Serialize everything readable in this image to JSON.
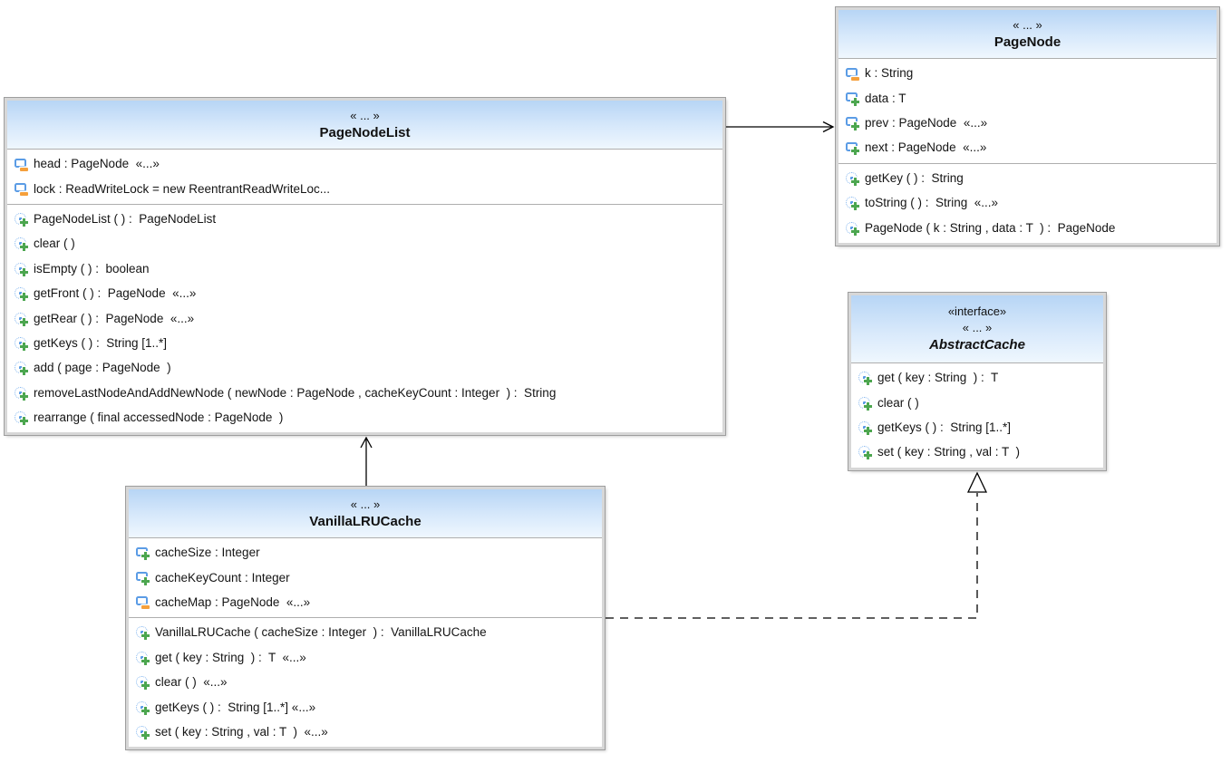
{
  "diagram": {
    "classes": {
      "pageNodeList": {
        "stereotype": "« ... »",
        "name": "PageNodeList",
        "fields": [
          {
            "icon": "field-package",
            "text": "head : PageNode  «...»"
          },
          {
            "icon": "field-package",
            "text": "lock : ReadWriteLock = new ReentrantReadWriteLoc..."
          }
        ],
        "methods": [
          {
            "icon": "method-public",
            "text": "PageNodeList ( ) :  PageNodeList"
          },
          {
            "icon": "method-public",
            "text": "clear ( )"
          },
          {
            "icon": "method-public",
            "text": "isEmpty ( ) :  boolean"
          },
          {
            "icon": "method-public",
            "text": "getFront ( ) :  PageNode  «...»"
          },
          {
            "icon": "method-public",
            "text": "getRear ( ) :  PageNode  «...»"
          },
          {
            "icon": "method-public",
            "text": "getKeys ( ) :  String [1..*]"
          },
          {
            "icon": "method-public",
            "text": "add ( page : PageNode  )"
          },
          {
            "icon": "method-public",
            "text": "removeLastNodeAndAddNewNode ( newNode : PageNode , cacheKeyCount : Integer  ) :  String"
          },
          {
            "icon": "method-public",
            "text": "rearrange ( final accessedNode : PageNode  )"
          }
        ]
      },
      "pageNode": {
        "stereotype": "« ... »",
        "name": "PageNode",
        "fields": [
          {
            "icon": "field-package",
            "text": "k : String"
          },
          {
            "icon": "field-public",
            "text": "data : T"
          },
          {
            "icon": "field-public",
            "text": "prev : PageNode  «...»"
          },
          {
            "icon": "field-public",
            "text": "next : PageNode  «...»"
          }
        ],
        "methods": [
          {
            "icon": "method-public",
            "text": "getKey ( ) :  String"
          },
          {
            "icon": "method-public",
            "text": "toString ( ) :  String  «...»"
          },
          {
            "icon": "method-public",
            "text": "PageNode ( k : String , data : T  ) :  PageNode"
          }
        ]
      },
      "abstractCache": {
        "stereotype1": "«interface»",
        "stereotype2": "« ... »",
        "name": "AbstractCache",
        "methods": [
          {
            "icon": "method-public",
            "text": "get ( key : String  ) :  T"
          },
          {
            "icon": "method-public",
            "text": "clear ( )"
          },
          {
            "icon": "method-public",
            "text": "getKeys ( ) :  String [1..*]"
          },
          {
            "icon": "method-public",
            "text": "set ( key : String , val : T  )"
          }
        ]
      },
      "vanillaLRUCache": {
        "stereotype": "« ... »",
        "name": "VanillaLRUCache",
        "fields": [
          {
            "icon": "field-public",
            "text": "cacheSize : Integer"
          },
          {
            "icon": "field-public",
            "text": "cacheKeyCount : Integer"
          },
          {
            "icon": "field-package",
            "text": "cacheMap : PageNode  «...»"
          }
        ],
        "methods": [
          {
            "icon": "method-public",
            "text": "VanillaLRUCache ( cacheSize : Integer  ) :  VanillaLRUCache"
          },
          {
            "icon": "method-public",
            "text": "get ( key : String  ) :  T  «...»"
          },
          {
            "icon": "method-public",
            "text": "clear ( )  «...»"
          },
          {
            "icon": "method-public",
            "text": "getKeys ( ) :  String [1..*] «...»"
          },
          {
            "icon": "method-public",
            "text": "set ( key : String , val : T  )  «...»"
          }
        ]
      }
    },
    "relationships": [
      {
        "from": "PageNodeList",
        "to": "PageNode",
        "line": "solid",
        "arrowhead": "open"
      },
      {
        "from": "VanillaLRUCache",
        "to": "PageNodeList",
        "line": "solid",
        "arrowhead": "open"
      },
      {
        "from": "VanillaLRUCache",
        "to": "AbstractCache",
        "line": "dashed",
        "arrowhead": "hollow-triangle"
      }
    ],
    "colors": {
      "header_gradient_top": "#b7d5f5",
      "header_gradient_bottom": "#eff7fe",
      "node_border_light": "#d7d7d7",
      "node_border_dark": "#9e9e9e",
      "icon_blue": "#5b9ce5",
      "icon_green": "#4ca64f",
      "icon_orange": "#f5a03c"
    }
  }
}
